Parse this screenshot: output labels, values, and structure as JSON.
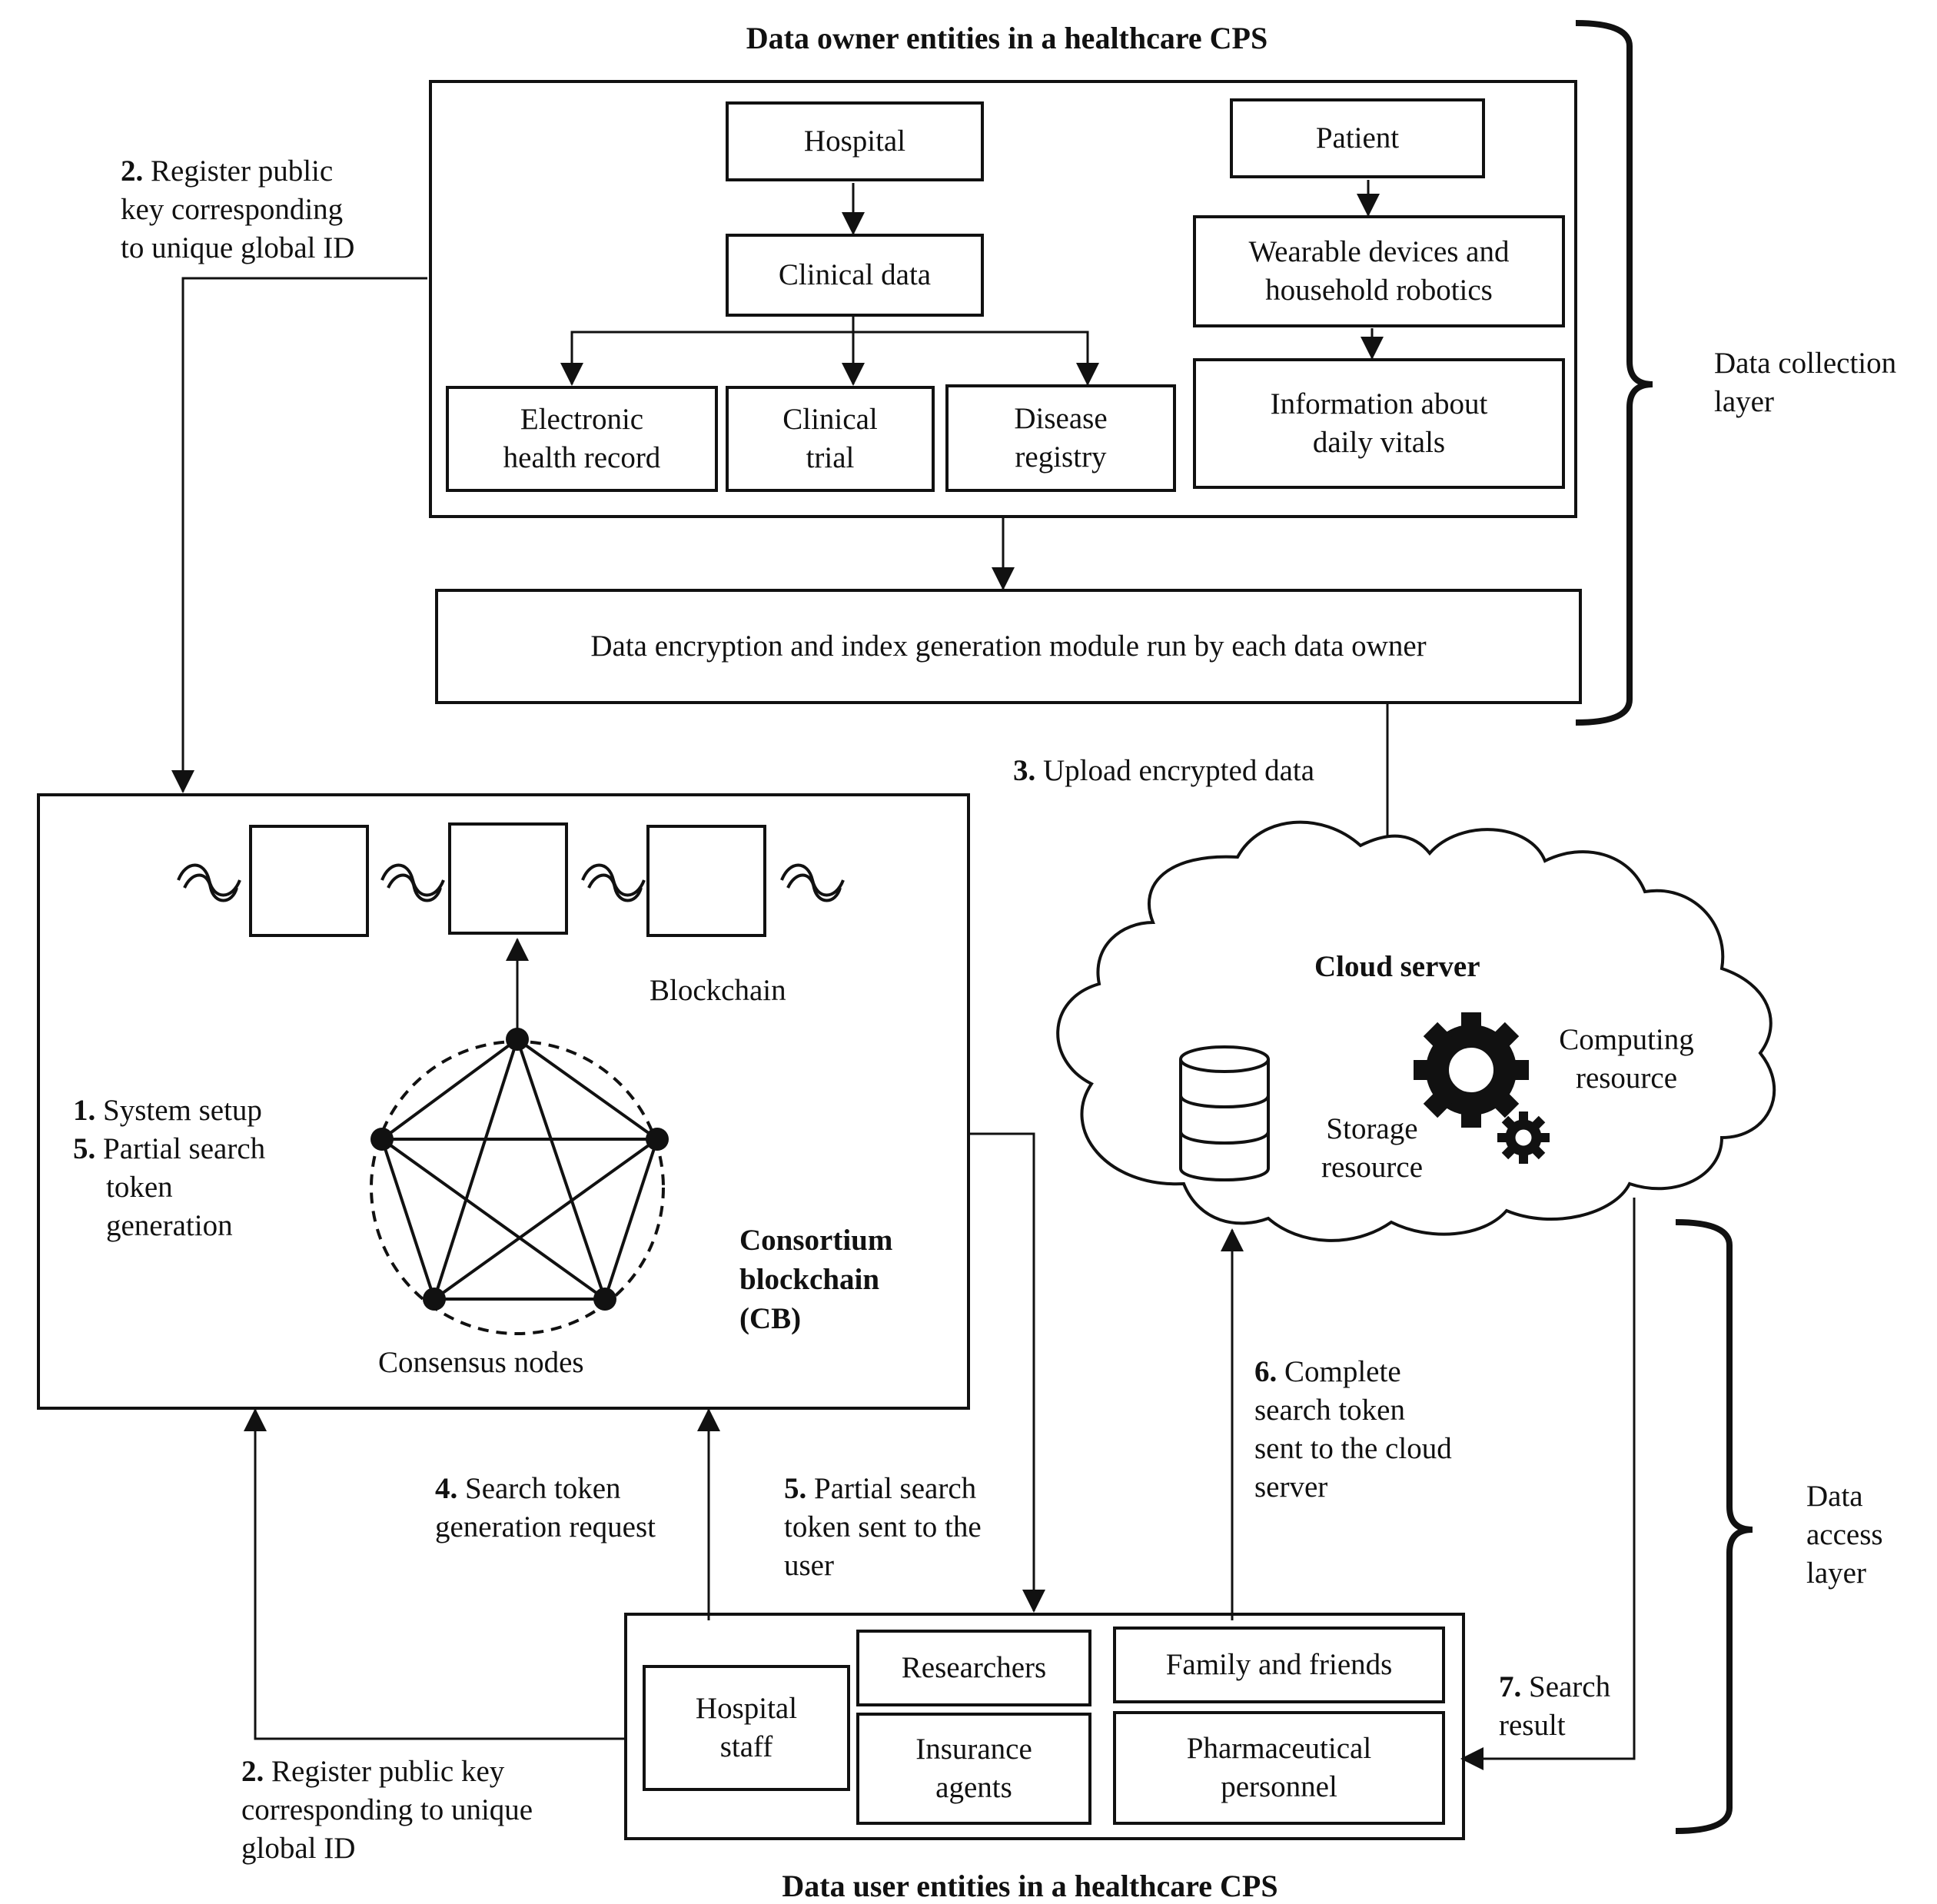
{
  "titles": {
    "data_owner": "Data owner entities in a healthcare CPS",
    "data_user": "Data user entities in a healthcare CPS"
  },
  "owner": {
    "hospital": "Hospital",
    "clinical_data": "Clinical data",
    "ehr_line1": "Electronic",
    "ehr_line2": "health record",
    "trial_line1": "Clinical",
    "trial_line2": "trial",
    "registry_line1": "Disease",
    "registry_line2": "registry",
    "patient": "Patient",
    "wearable_line1": "Wearable devices and",
    "wearable_line2": "household robotics",
    "vitals_line1": "Information about",
    "vitals_line2": "daily vitals"
  },
  "encryption_module": "Data encryption and index generation module run by each data owner",
  "layers": {
    "collection_line1": "Data collection",
    "collection_line2": "layer",
    "access_line1": "Data",
    "access_line2": "access",
    "access_line3": "layer"
  },
  "steps": {
    "s2_top_num": "2.",
    "s2_top_line1": "Register public",
    "s2_top_line2": "key corresponding",
    "s2_top_line3": "to unique global ID",
    "s3_num": "3.",
    "s3_text": "Upload encrypted data",
    "s1_num": "1.",
    "s1_text": "System setup",
    "s5a_num": "5.",
    "s5a_line1": "Partial search",
    "s5a_line2": "token",
    "s5a_line3": "generation",
    "s4_num": "4.",
    "s4_line1": "Search token",
    "s4_line2": "generation request",
    "s5b_num": "5.",
    "s5b_line1": "Partial search",
    "s5b_line2": "token sent to the",
    "s5b_line3": "user",
    "s6_num": "6.",
    "s6_line1": "Complete",
    "s6_line2": "search token",
    "s6_line3": "sent to the cloud",
    "s6_line4": "server",
    "s7_num": "7.",
    "s7_line1": "Search",
    "s7_line2": "result",
    "s2_bot_num": "2.",
    "s2_bot_line1": "Register public key",
    "s2_bot_line2": "corresponding to unique",
    "s2_bot_line3": "global ID"
  },
  "blockchain": {
    "blockchain_label": "Blockchain",
    "consensus_label": "Consensus nodes",
    "cb_line1": "Consortium",
    "cb_line2": "blockchain",
    "cb_line3": "(CB)"
  },
  "cloud": {
    "title": "Cloud server",
    "computing_line1": "Computing",
    "computing_line2": "resource",
    "storage_line1": "Storage",
    "storage_line2": "resource"
  },
  "users": {
    "hospital_line1": "Hospital",
    "hospital_line2": "staff",
    "researchers": "Researchers",
    "insurance_line1": "Insurance",
    "insurance_line2": "agents",
    "family": "Family and friends",
    "pharma_line1": "Pharmaceutical",
    "pharma_line2": "personnel"
  }
}
